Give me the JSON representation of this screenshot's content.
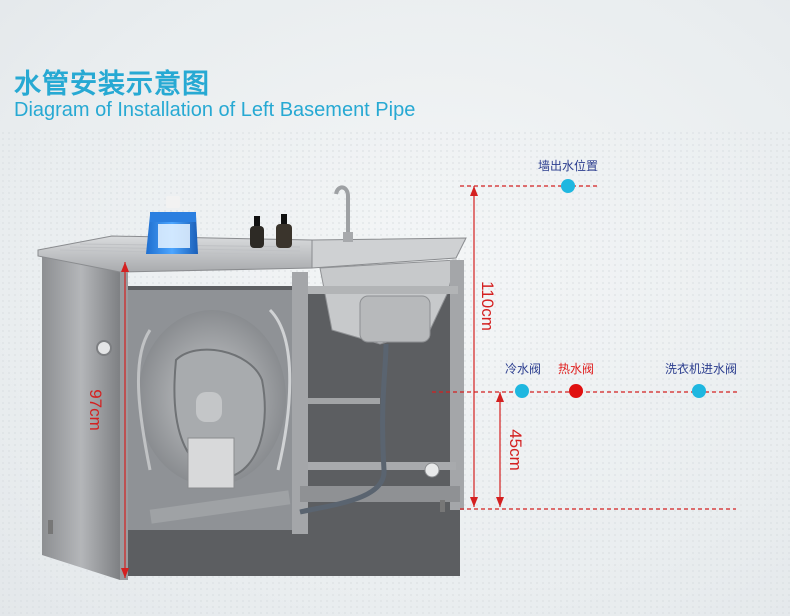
{
  "header": {
    "title_cn": "水管安装示意图",
    "title_en": "Diagram of Installation of Left Basement Pipe"
  },
  "labels": {
    "wall_outlet": "墙出水位置",
    "cold_valve": "冷水阀",
    "hot_valve": "热水阀",
    "washer_valve": "洗衣机进水阀"
  },
  "dimensions": {
    "total_height": "110cm",
    "cabinet_height": "97cm",
    "valve_height": "45cm"
  },
  "colors": {
    "accent": "#27a9d3",
    "dimension_red": "#d42020",
    "cold_marker": "#1fb7e0",
    "hot_marker": "#e01010"
  }
}
